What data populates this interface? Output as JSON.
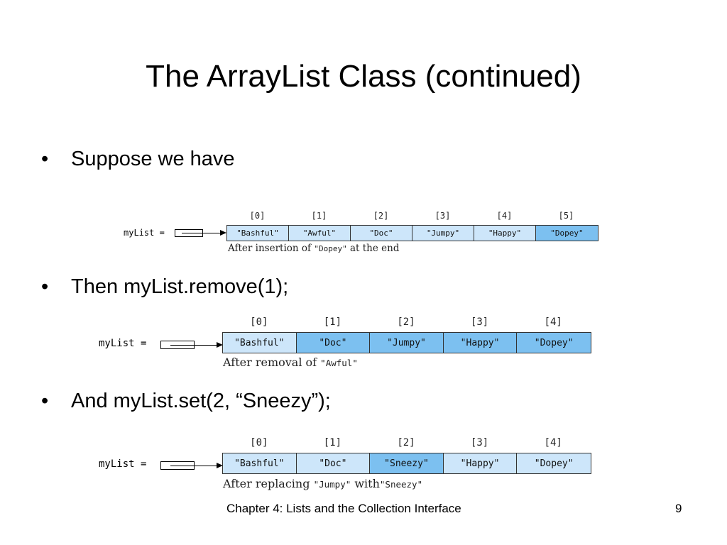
{
  "slide": {
    "title": "The ArrayList Class (continued)",
    "bullets": [
      {
        "marker": "•",
        "text": "Suppose we have"
      },
      {
        "marker": "•",
        "text": "Then myList.remove(1);"
      },
      {
        "marker": "•",
        "text": "And myList.set(2, “Sneezy”);"
      }
    ]
  },
  "colors": {
    "cell_plain": "#cde6fa",
    "cell_highlight": "#7cc0f0"
  },
  "diagrams": [
    {
      "label": "myList =",
      "indices": [
        "[0]",
        "[1]",
        "[2]",
        "[3]",
        "[4]",
        "[5]"
      ],
      "cells": [
        "\"Bashful\"",
        "\"Awful\"",
        "\"Doc\"",
        "\"Jumpy\"",
        "\"Happy\"",
        "\"Dopey\""
      ],
      "highlighted": [
        5
      ],
      "caption_prefix": "After insertion of ",
      "caption_code": "\"Dopey\"",
      "caption_suffix": " at the end"
    },
    {
      "label": "myList =",
      "indices": [
        "[0]",
        "[1]",
        "[2]",
        "[3]",
        "[4]"
      ],
      "cells": [
        "\"Bashful\"",
        "\"Doc\"",
        "\"Jumpy\"",
        "\"Happy\"",
        "\"Dopey\""
      ],
      "highlighted": [
        1,
        2,
        3,
        4
      ],
      "caption_prefix": "After removal of ",
      "caption_code": "\"Awful\""
    },
    {
      "label": "myList =",
      "indices": [
        "[0]",
        "[1]",
        "[2]",
        "[3]",
        "[4]"
      ],
      "cells": [
        "\"Bashful\"",
        "\"Doc\"",
        "\"Sneezy\"",
        "\"Happy\"",
        "\"Dopey\""
      ],
      "highlighted": [
        2
      ],
      "caption_prefix": "After replacing ",
      "caption_code": "\"Jumpy\"",
      "caption_middle": "  with",
      "caption_code2": "\"Sneezy\""
    }
  ],
  "footer": {
    "text": "Chapter 4: Lists and the Collection Interface",
    "page_number": "9"
  }
}
